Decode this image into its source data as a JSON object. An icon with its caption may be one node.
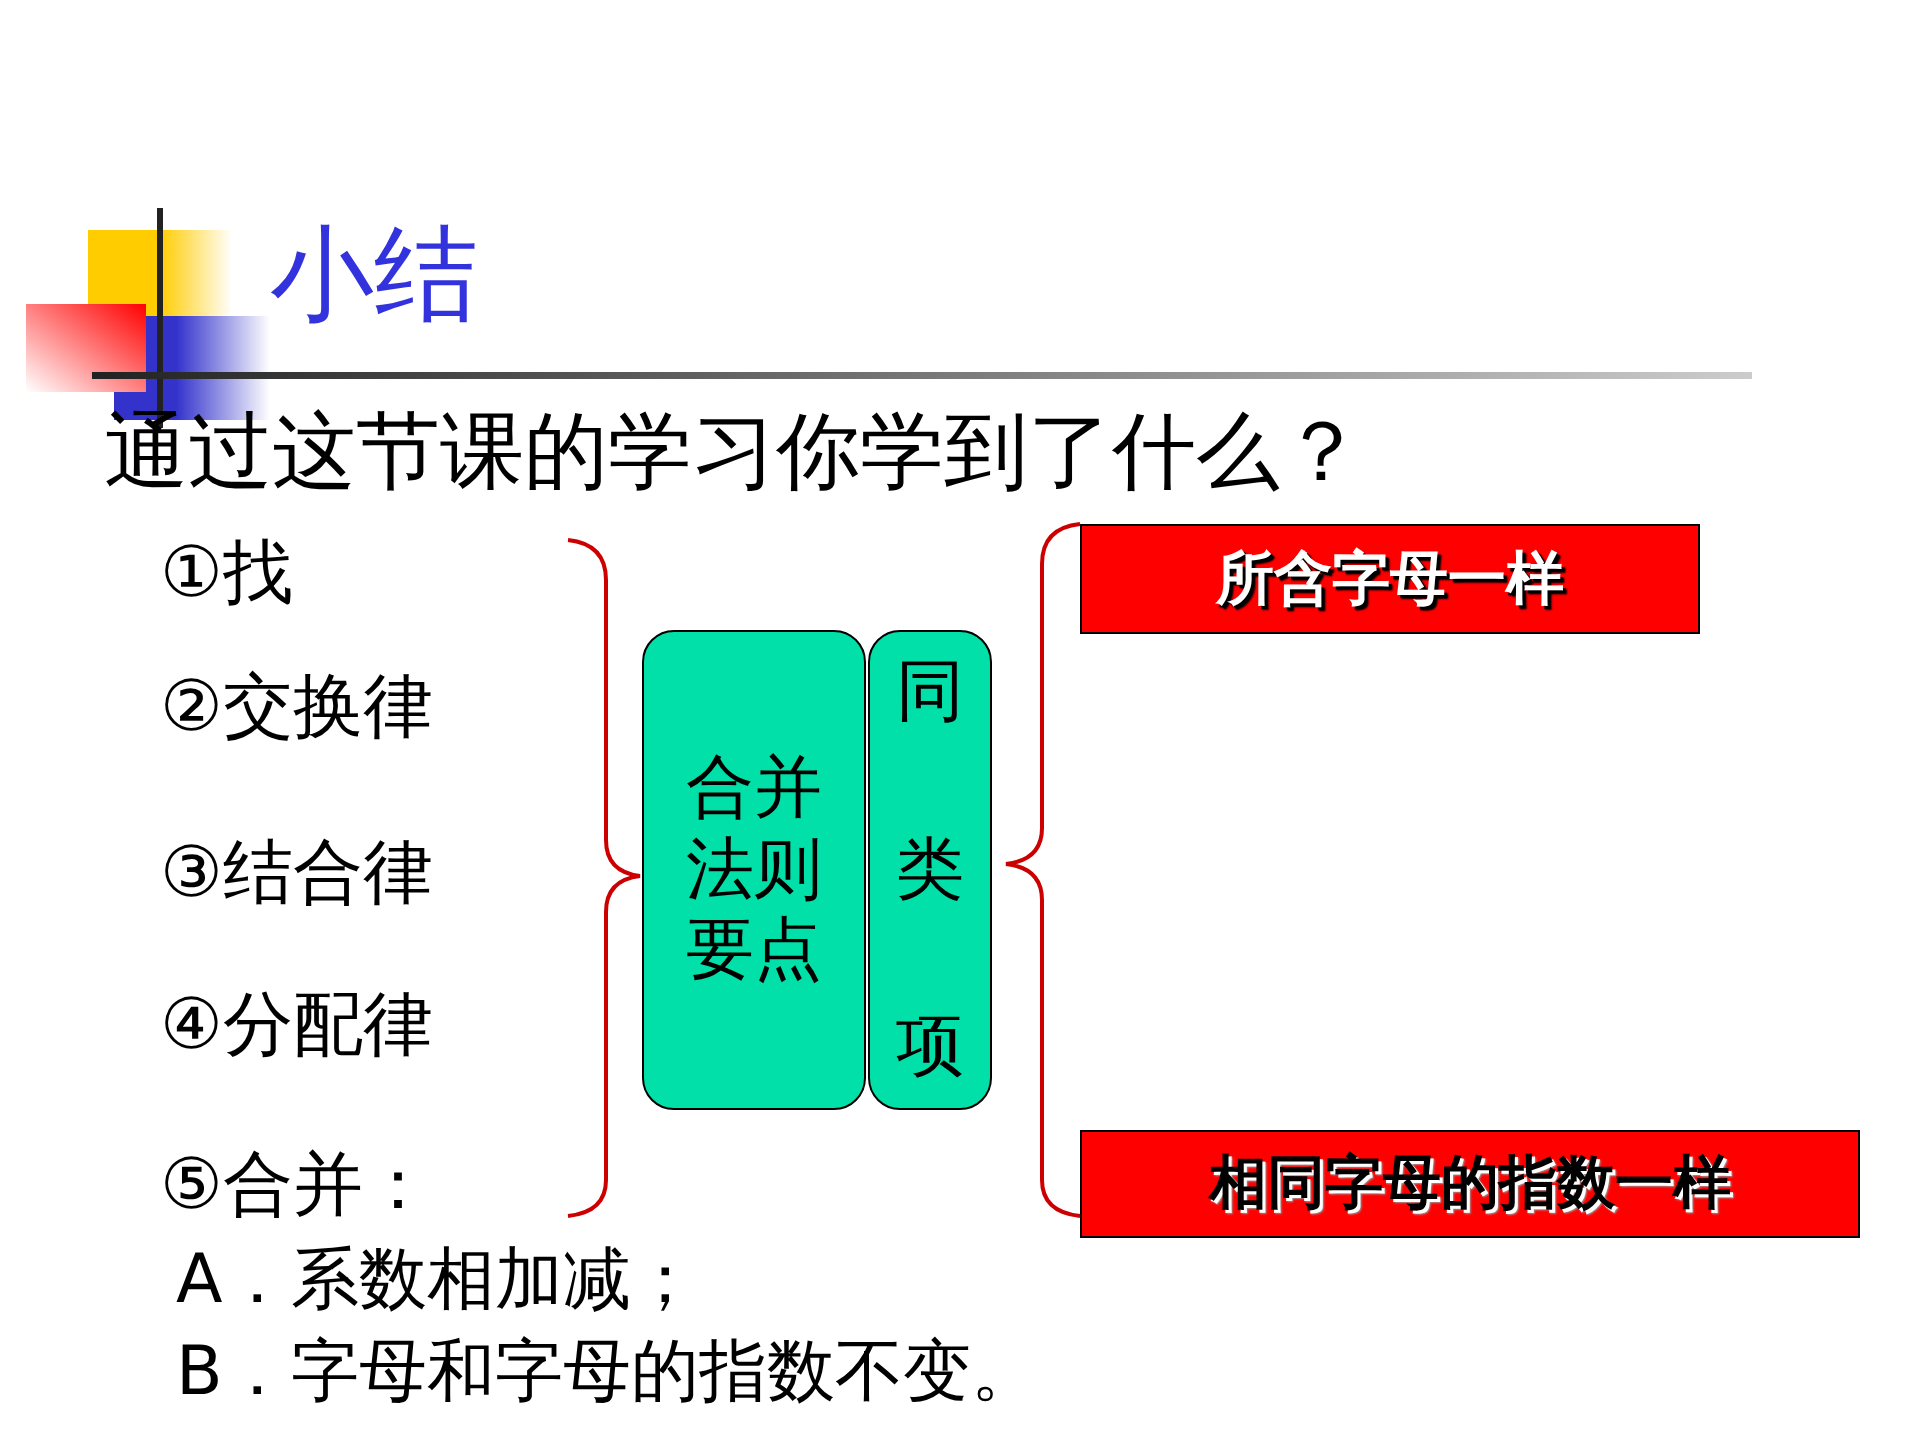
{
  "diagram": {
    "title": "小结",
    "nodes": [
      {
        "text": [
          "合并法则要点"
        ]
      },
      {
        "text": [
          "同类项"
        ]
      },
      {
        "text": [
          "所含字母一样"
        ]
      },
      {
        "text": [
          "相同字母的指数一样"
        ]
      }
    ],
    "labels": [
      "通过这节课的学习你学到了什么？",
      "①找",
      "②交换律",
      "③结合律",
      "④分配律",
      "⑤合并：",
      "A．系数相加减；",
      "B．字母和字母的指数不变。"
    ]
  }
}
